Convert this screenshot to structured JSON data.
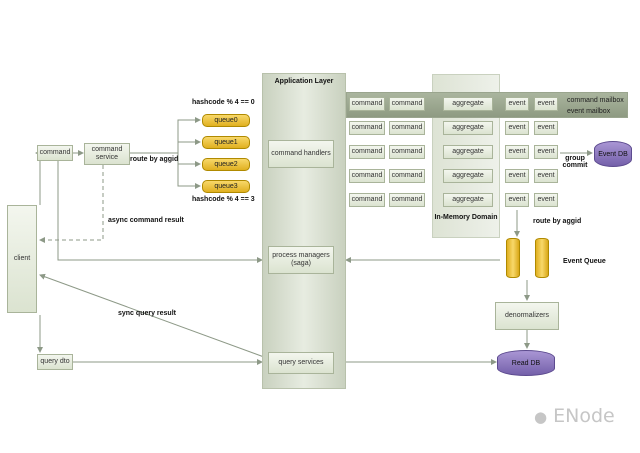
{
  "client": {
    "label": "client"
  },
  "command": {
    "label": "command"
  },
  "command_service": {
    "label": "command service"
  },
  "query_dto": {
    "label": "query dto"
  },
  "queues": [
    "queue0",
    "queue1",
    "queue2",
    "queue3"
  ],
  "labels": {
    "hash_top": "hashcode % 4 == 0",
    "hash_bottom": "hashcode % 4 == 3",
    "route_by_aggid": "route by aggid",
    "async_result": "async command result",
    "sync_result": "sync query result",
    "route_by_aggid_2": "route by aggid",
    "group_commit": "group commit",
    "event_queue": "Event Queue",
    "command_mailbox": "command mailbox",
    "event_mailbox": "event mailbox"
  },
  "app_layer": {
    "title": "Application Layer",
    "command_handlers": "command handlers",
    "process_managers": "process managers (saga)",
    "query_services": "query services"
  },
  "domain": {
    "title": "In-Memory Domain",
    "cmd_label": "command",
    "aggregate_label": "aggregate",
    "event_label": "event"
  },
  "event_db": {
    "label": "Event DB"
  },
  "denormalizers": {
    "label": "denormalizers"
  },
  "read_db": {
    "label": "Read DB"
  },
  "watermark": {
    "text": "ENode"
  },
  "colors": {
    "db_purple": "#8a73b8",
    "queue_yellow": "#e8c22e",
    "arrow": "#8d9987"
  }
}
